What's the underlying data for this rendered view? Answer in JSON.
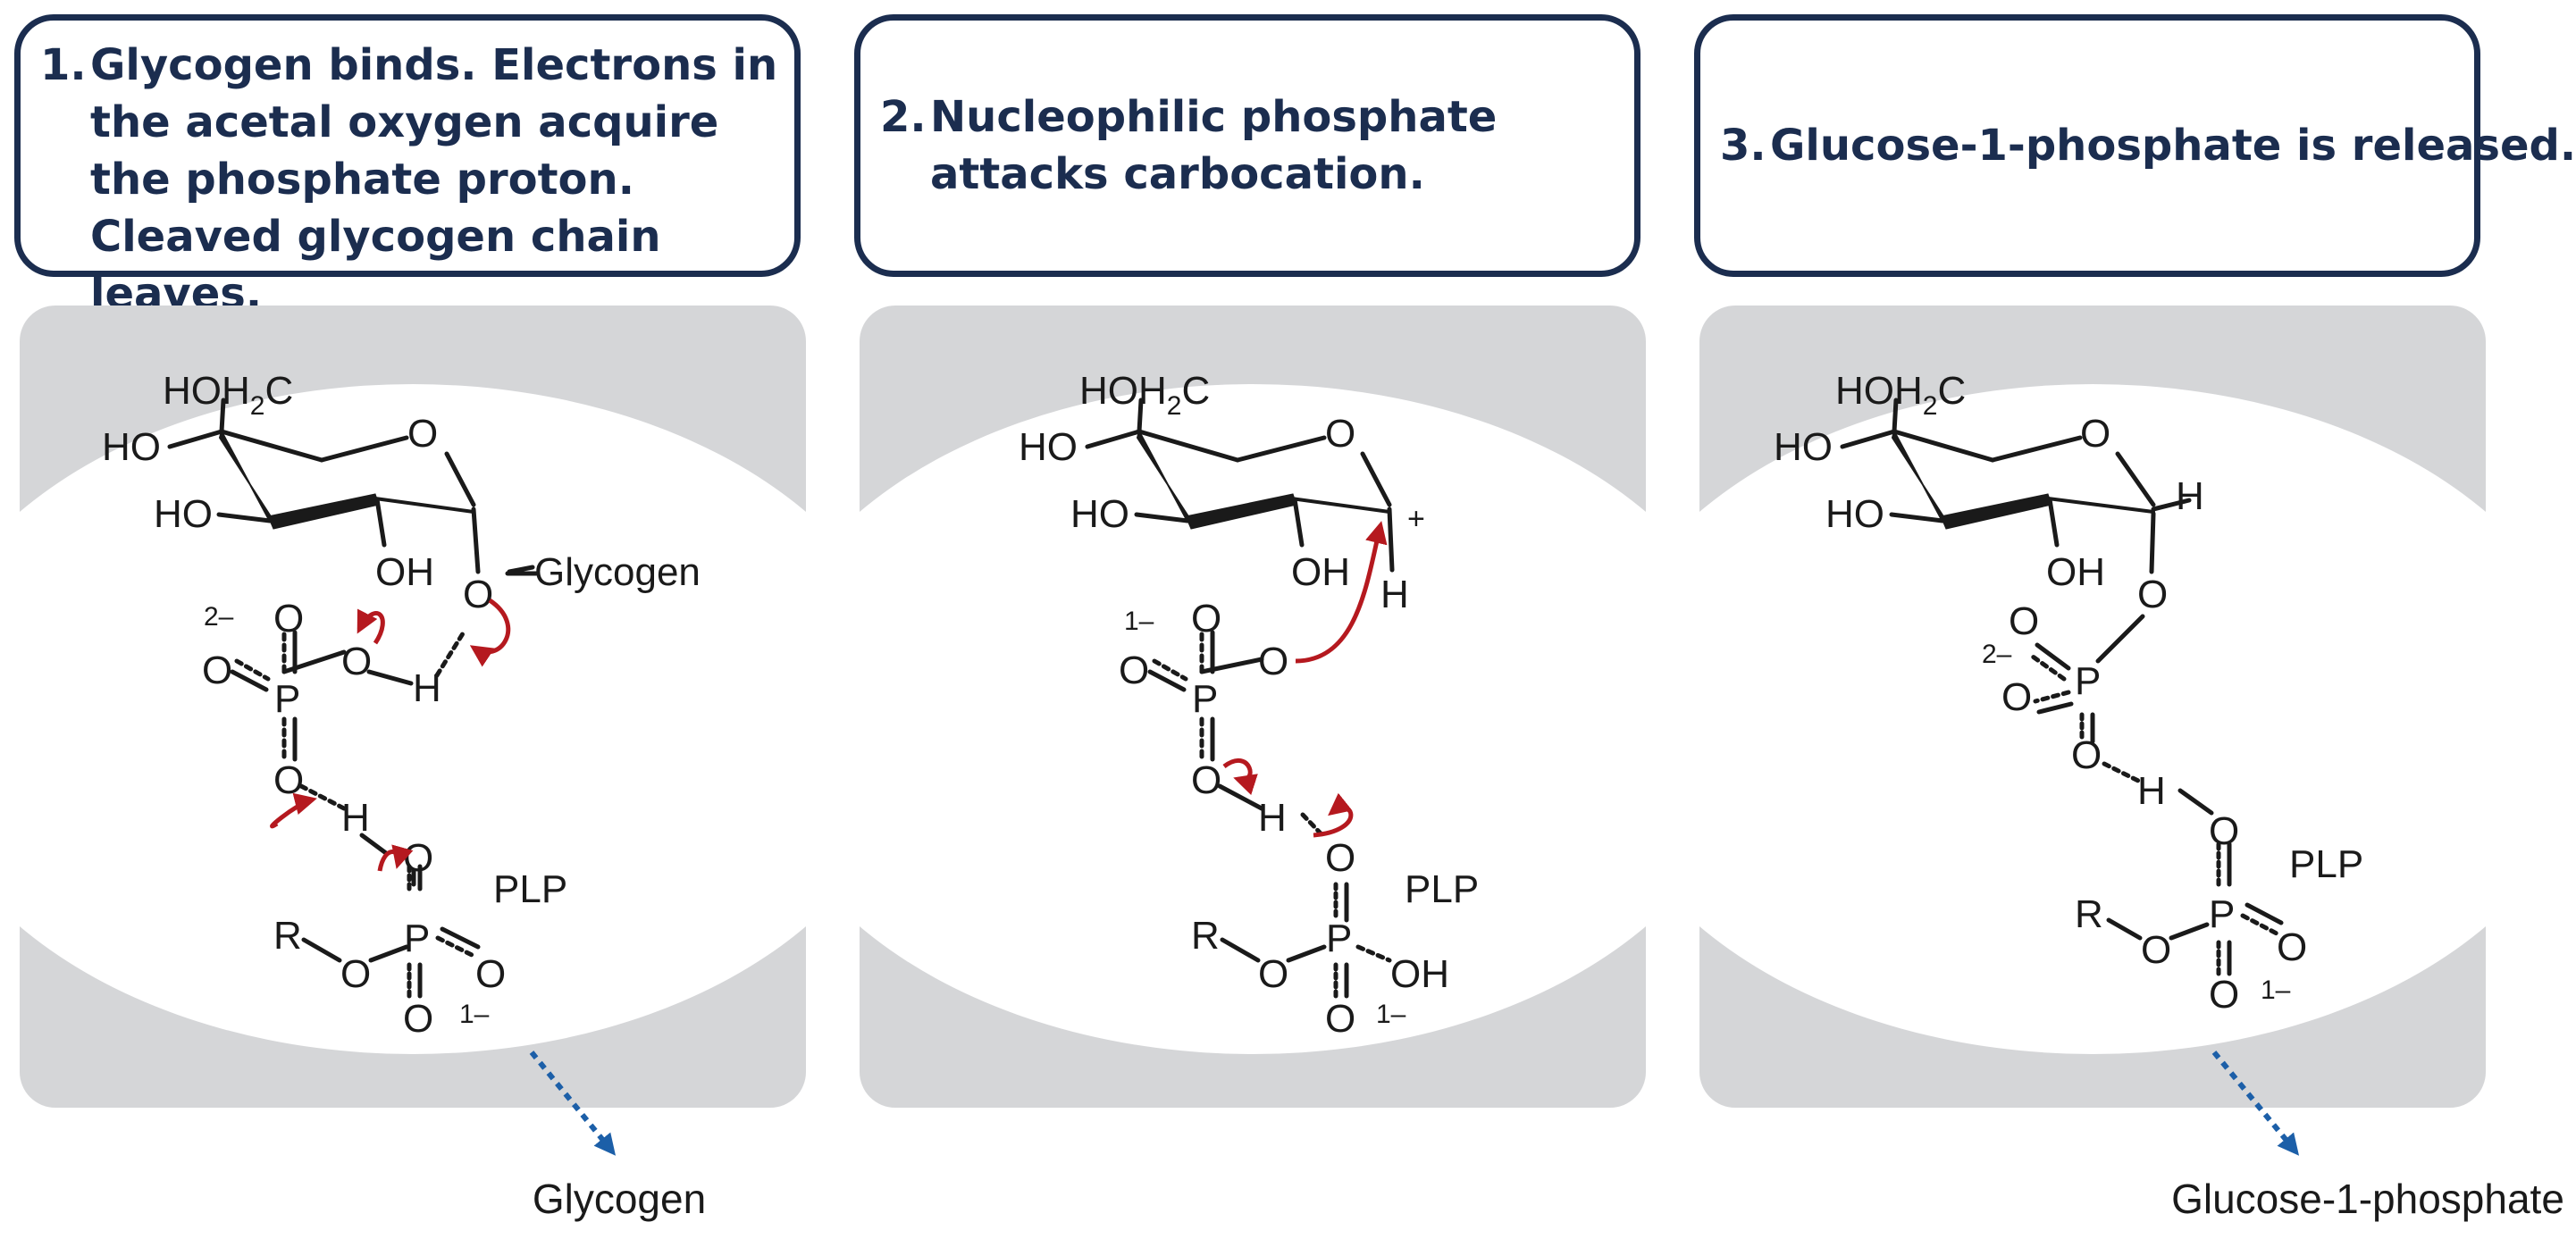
{
  "steps": [
    {
      "num": "1.",
      "text": "Glycogen binds. Electrons in the acetal oxygen acquire the phosphate proton. Cleaved glycogen chain leaves."
    },
    {
      "num": "2.",
      "text": "Nucleophilic phosphate attacks carbocation."
    },
    {
      "num": "3.",
      "text": "Glucose-1-phosphate is released."
    }
  ],
  "labels": {
    "hoh2c": "HOH",
    "sub2": "2",
    "c": "C",
    "ho": "HO",
    "oh": "OH",
    "o": "O",
    "h": "H",
    "p": "P",
    "r": "R",
    "plp": "PLP",
    "glycogen_attached": "Glycogen",
    "plus": "+",
    "charge_2minus": "2–",
    "charge_1minus": "1–"
  },
  "outputs": {
    "panel1": "Glycogen",
    "panel3": "Glucose-1-phosphate"
  },
  "colors": {
    "header_border": "#1b2d4f",
    "header_text": "#1b2d4f",
    "panel_bg": "#d5d6d8",
    "ellipse": "#ffffff",
    "bond": "#1a1a1a",
    "electron_arrow": "#b5191f",
    "release_arrow": "#1c5fa8"
  }
}
